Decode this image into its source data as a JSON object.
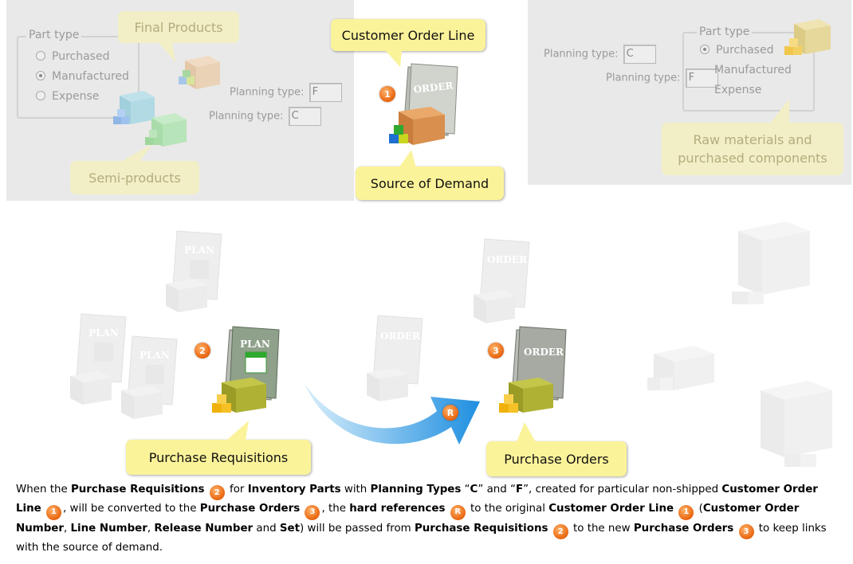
{
  "top_left_panel": {
    "group_legend": "Part type",
    "radios": [
      {
        "label": "Purchased",
        "selected": false
      },
      {
        "label": "Manufactured",
        "selected": true
      },
      {
        "label": "Expense",
        "selected": false
      }
    ],
    "field_f": {
      "label": "Planning type:",
      "value": "F"
    },
    "field_c": {
      "label": "Planning type:",
      "value": "C"
    },
    "callout_final": "Final Products",
    "callout_semi": "Semi-products"
  },
  "top_center": {
    "callout_top": "Customer Order Line",
    "callout_bottom": "Source of Demand",
    "badge": "1",
    "doc_text": "ORDER"
  },
  "top_right_panel": {
    "field_c": {
      "label": "Planning type:",
      "value": "C"
    },
    "field_f": {
      "label": "Planning type:",
      "value": "F"
    },
    "group_legend": "Part type",
    "radios": [
      {
        "label": "Purchased",
        "selected": true
      },
      {
        "label": "Manufactured",
        "selected": false
      },
      {
        "label": "Expense",
        "selected": false
      }
    ],
    "callout_raw": "Raw materials and purchased components"
  },
  "bottom": {
    "plan_text": "PLAN",
    "order_text": "ORDER",
    "badge_req": "2",
    "badge_po": "3",
    "badge_ref": "R",
    "callout_req": "Purchase Requisitions",
    "callout_po": "Purchase Orders"
  },
  "caption": {
    "s1": "When the ",
    "b1": "Purchase Requisitions",
    "s2": " for ",
    "b2": "Inventory Parts",
    "s3": " with ",
    "b3": "Planning Types",
    "s4": " “",
    "b4": "C",
    "s5": "” and “",
    "b5": "F",
    "s6": "”, created for particular non-shipped ",
    "b6": "Customer Order Line",
    "s7": ", will be converted to the ",
    "b7": "Purchase Orders",
    "s8": ", the ",
    "b8": "hard references",
    "s9": " to the original ",
    "b9": "Customer Order Line",
    "s10": " (",
    "b10": "Customer Order Number",
    "s11": ", ",
    "b11": "Line Number",
    "s12": ", ",
    "b12": "Release Number",
    "s13": " and ",
    "b13": "Set",
    "s14": ") will be passed from ",
    "b14": "Purchase Requisitions",
    "s15": " to the new ",
    "b15": "Purchase Orders",
    "s16": " to keep links with the source of demand.",
    "badge1": "1",
    "badge2": "2",
    "badge3": "3",
    "badgeR": "R"
  },
  "colors": {
    "callout_bright": "#fbf39a",
    "callout_pale": "#f2efc6",
    "badge_orange": "#e8640e",
    "panel_gray": "#e9e9e9",
    "arrow_blue": "#3aa6e8"
  },
  "icons": [
    "order-document-icon",
    "plan-document-icon",
    "package-box-icon",
    "cube-stack-icon",
    "curved-arrow-icon",
    "pallet-boxes-icon"
  ]
}
